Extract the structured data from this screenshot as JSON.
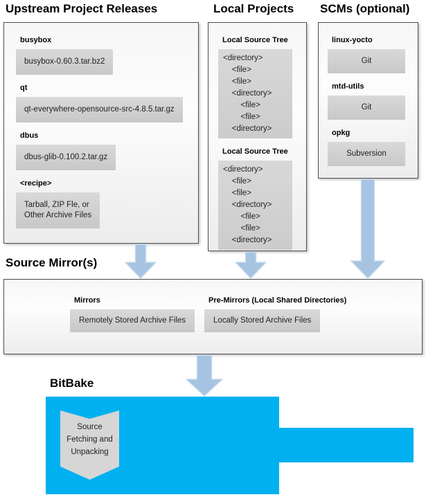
{
  "colors": {
    "bitbake_blue": "#00b0f0",
    "arrow_fill": "#a6c4e2",
    "arrow_stroke": "#c6d9ec",
    "box_gray": "#d3d3d3"
  },
  "sections": {
    "upstream": {
      "title": "Upstream Project Releases",
      "items": [
        {
          "label": "busybox",
          "value": "busybox-0.60.3.tar.bz2"
        },
        {
          "label": "qt",
          "value": "qt-everywhere-opensource-src-4.8.5.tar.gz"
        },
        {
          "label": "dbus",
          "value": "dbus-glib-0.100.2.tar.gz"
        },
        {
          "label": "<recipe>",
          "value": "Tarball, ZIP Fle, or\nOther Archive Files"
        }
      ]
    },
    "local": {
      "title": "Local Projects",
      "trees": [
        {
          "label": "Local Source Tree",
          "content": "<directory>\n    <file>\n    <file>\n    <directory>\n        <file>\n        <file>\n    <directory>"
        },
        {
          "label": "Local Source Tree",
          "content": "<directory>\n    <file>\n    <file>\n    <directory>\n        <file>\n        <file>\n    <directory>"
        }
      ]
    },
    "scms": {
      "title": "SCMs (optional)",
      "items": [
        {
          "label": "linux-yocto",
          "value": "Git"
        },
        {
          "label": "mtd-utils",
          "value": "Git"
        },
        {
          "label": "opkg",
          "value": "Subversion"
        }
      ]
    },
    "mirrors": {
      "title": "Source Mirror(s)",
      "groups": [
        {
          "label": "Mirrors",
          "value": "Remotely Stored Archive Files"
        },
        {
          "label": "Pre-Mirrors (Local Shared Directories)",
          "value": "Locally Stored Archive Files"
        }
      ]
    },
    "bitbake": {
      "title": "BitBake",
      "process": "Source\nFetching and\nUnpacking"
    }
  }
}
